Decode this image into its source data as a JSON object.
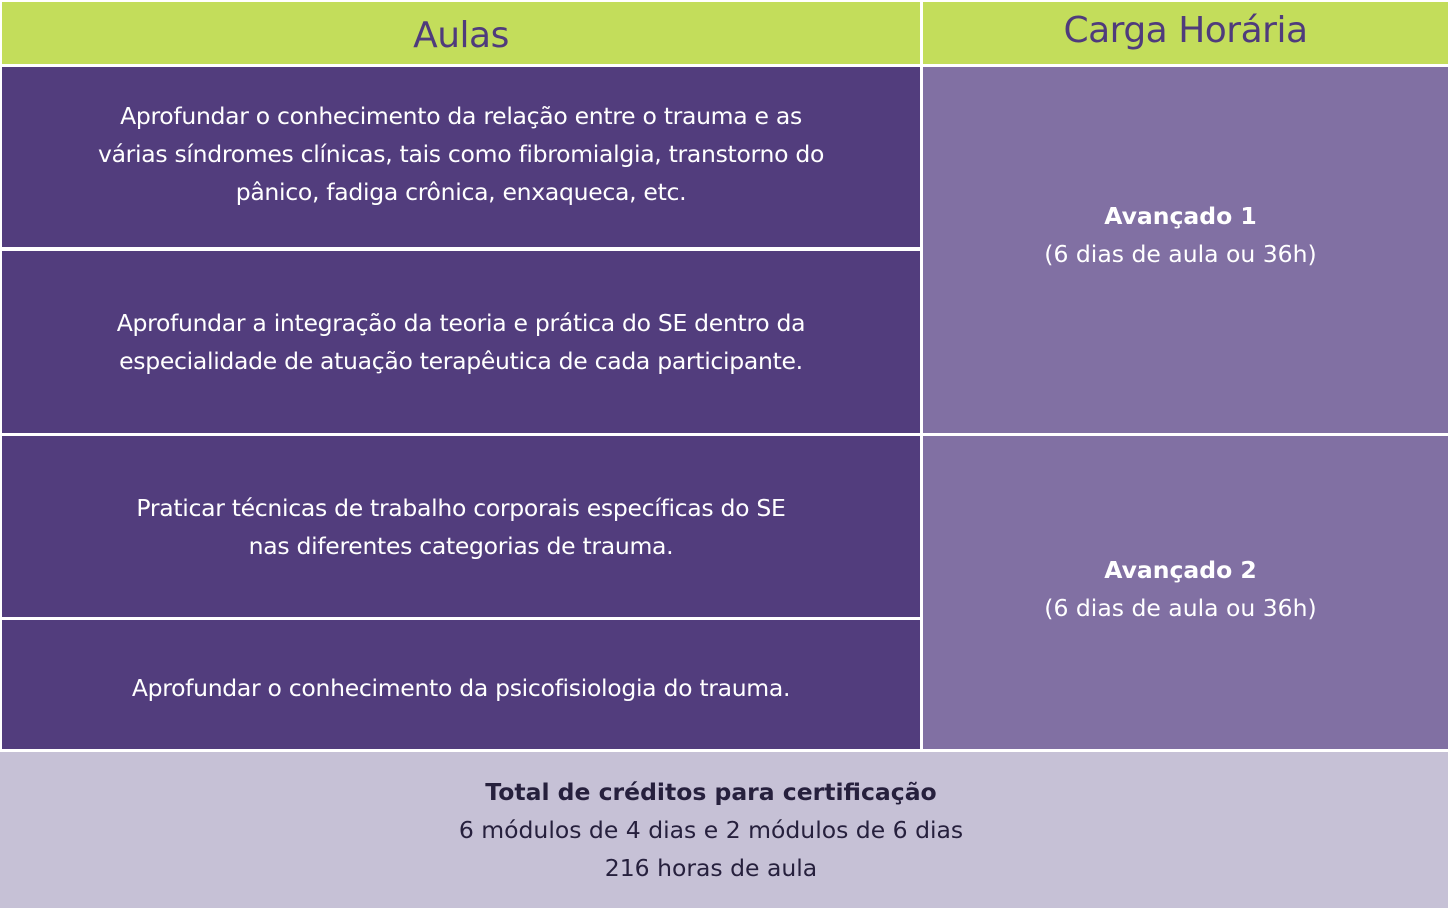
{
  "header": {
    "col_aulas": "Aulas",
    "col_carga": "Carga Horária"
  },
  "aulas": [
    {
      "lines": [
        "Aprofundar o conhecimento da relação entre o trauma e as",
        "várias síndromes clínicas, tais como fibromialgia, transtorno do",
        "pânico, fadiga crônica, enxaqueca, etc."
      ]
    },
    {
      "lines": [
        "Aprofundar a integração da teoria e prática do SE dentro da",
        "especialidade de atuação terapêutica de cada participante."
      ]
    },
    {
      "lines": [
        "Praticar técnicas de trabalho corporais específicas do SE",
        "nas diferentes categorias de trauma."
      ]
    },
    {
      "lines": [
        "Aprofundar o conhecimento da psicofisiologia do trauma."
      ]
    }
  ],
  "carga": [
    {
      "title": "Avançado 1",
      "detail": "(6 dias de aula ou 36h)"
    },
    {
      "title": "Avançado 2",
      "detail": "(6 dias de aula ou 36h)"
    }
  ],
  "total": {
    "title": "Total de créditos para certificação",
    "line1": "6 módulos de 4 dias e 2 módulos de 6 dias",
    "line2": "216 horas de aula"
  },
  "colors": {
    "header_bg": "#c3dd5b",
    "header_text": "#4f3b7c",
    "aulas_bg": "#523d7d",
    "carga_bg": "#8170a3",
    "total_bg": "#c6c1d6",
    "total_text": "#26203d"
  }
}
